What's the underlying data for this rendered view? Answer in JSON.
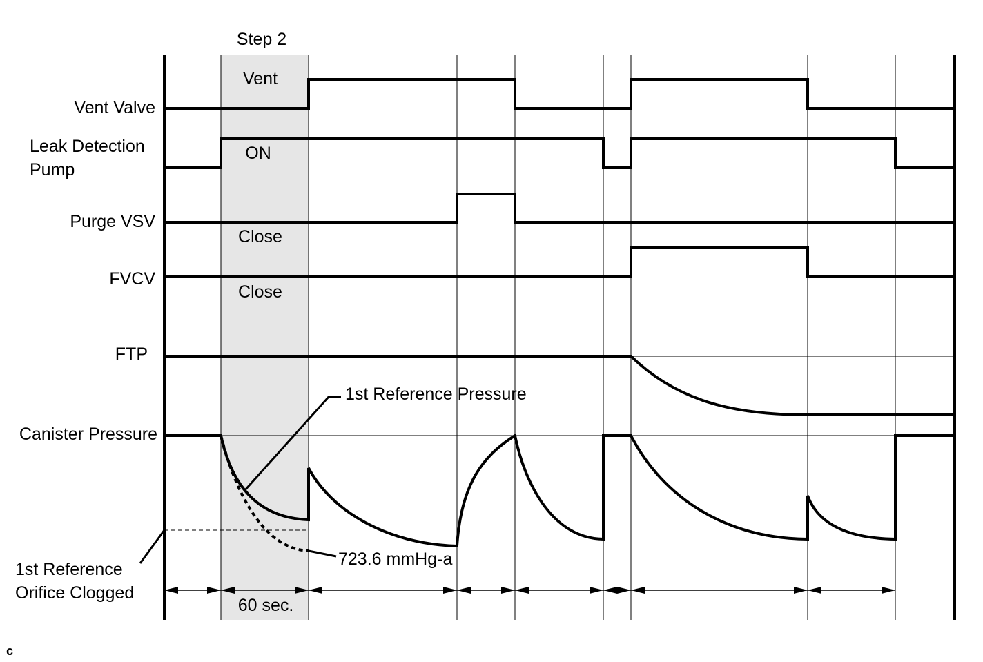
{
  "step_label": "Step 2",
  "signals": [
    {
      "id": "vent-valve",
      "label": "Vent Valve"
    },
    {
      "id": "leak-detection-pump",
      "label_line1": "Leak Detection",
      "label_line2": "Pump"
    },
    {
      "id": "purge-vsv",
      "label": "Purge VSV"
    },
    {
      "id": "fvcv",
      "label": "FVCV"
    },
    {
      "id": "ftp",
      "label": "FTP"
    },
    {
      "id": "canister-pressure",
      "label": "Canister Pressure"
    }
  ],
  "state_labels": {
    "vent": "Vent",
    "on": "ON",
    "purge_close": "Close",
    "fvcv_close": "Close"
  },
  "callouts": {
    "first_reference_pressure": "1st Reference Pressure",
    "pressure_value": "723.6 mmHg-a",
    "orifice_clogged_line1": "1st Reference",
    "orifice_clogged_line2": "Orifice Clogged"
  },
  "duration_label": "60 sec.",
  "corner_mark": "c"
}
